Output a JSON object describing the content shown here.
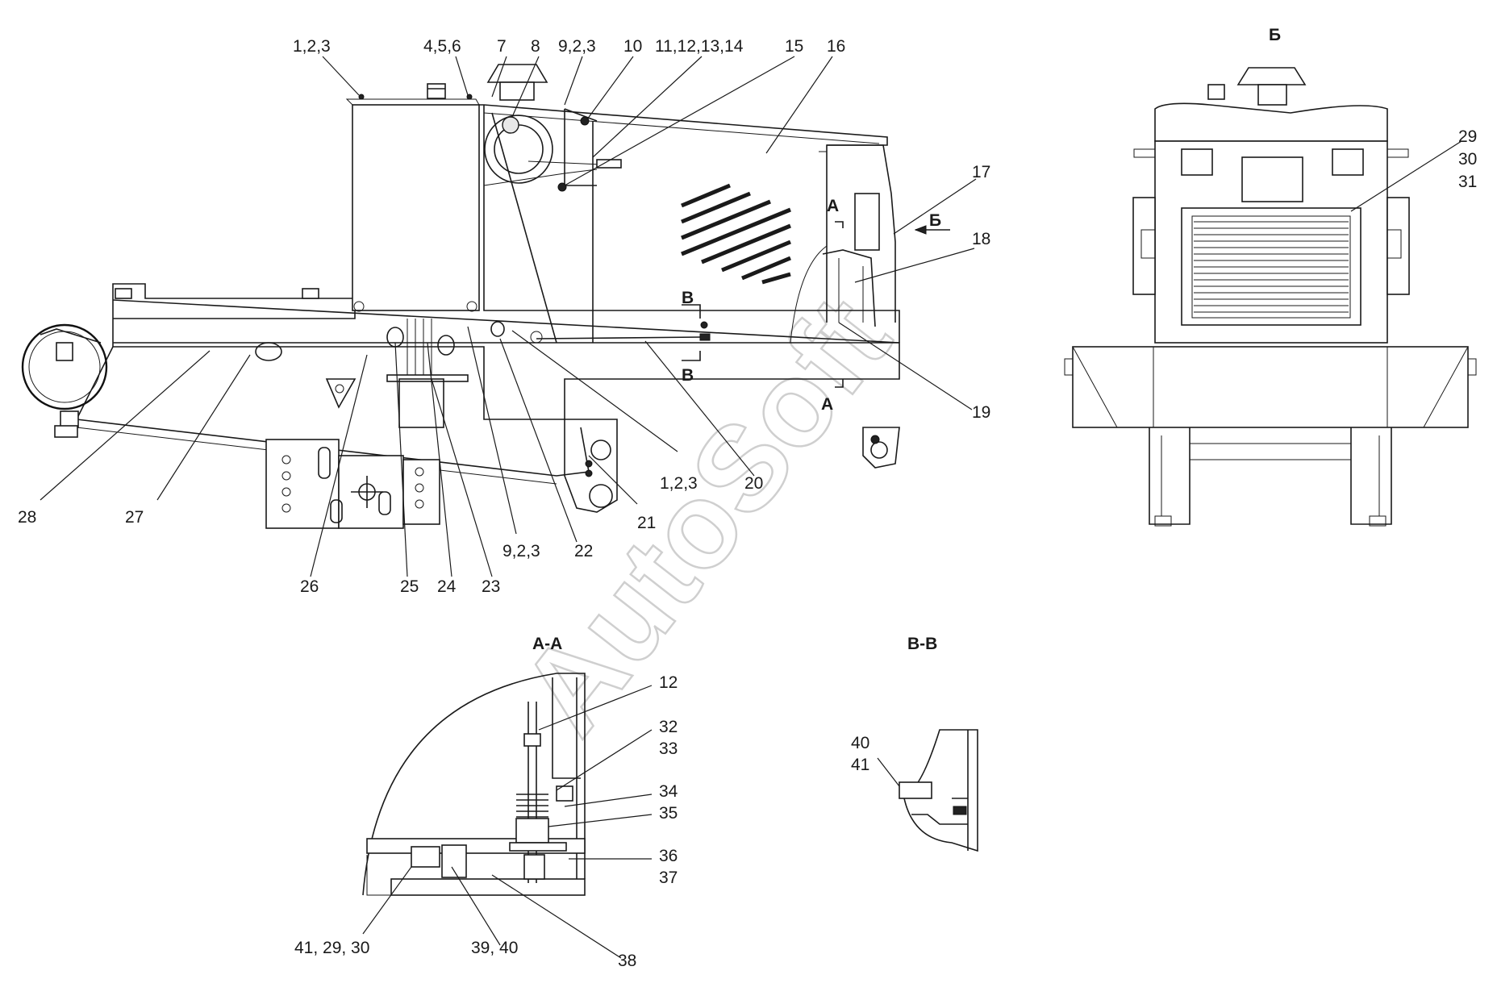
{
  "watermark": "AutoSoft",
  "titles": {
    "view_b": "Б",
    "section_aa": "А-А",
    "section_vv": "В-В",
    "mark_a": "А",
    "mark_v": "В",
    "mark_b": "Б"
  },
  "callouts": {
    "c_1_2_3_top": "1,2,3",
    "c_4_5_6": "4,5,6",
    "c_7": "7",
    "c_8": "8",
    "c_9_2_3_top": "9,2,3",
    "c_10": "10",
    "c_11_14": "11,12,13,14",
    "c_15": "15",
    "c_16": "16",
    "c_17": "17",
    "c_18": "18",
    "c_19": "19",
    "c_20": "20",
    "c_1_2_3_bottom": "1,2,3",
    "c_21": "21",
    "c_22": "22",
    "c_9_2_3_bottom": "9,2,3",
    "c_23": "23",
    "c_24": "24",
    "c_25": "25",
    "c_26": "26",
    "c_27": "27",
    "c_28": "28",
    "c_29": "29",
    "c_30": "30",
    "c_31": "31",
    "c_12": "12",
    "c_32": "32",
    "c_33": "33",
    "c_34": "34",
    "c_35": "35",
    "c_36": "36",
    "c_37": "37",
    "c_38": "38",
    "c_39_40": "39, 40",
    "c_41_29_30": "41, 29, 30",
    "c_40": "40",
    "c_41": "41"
  }
}
